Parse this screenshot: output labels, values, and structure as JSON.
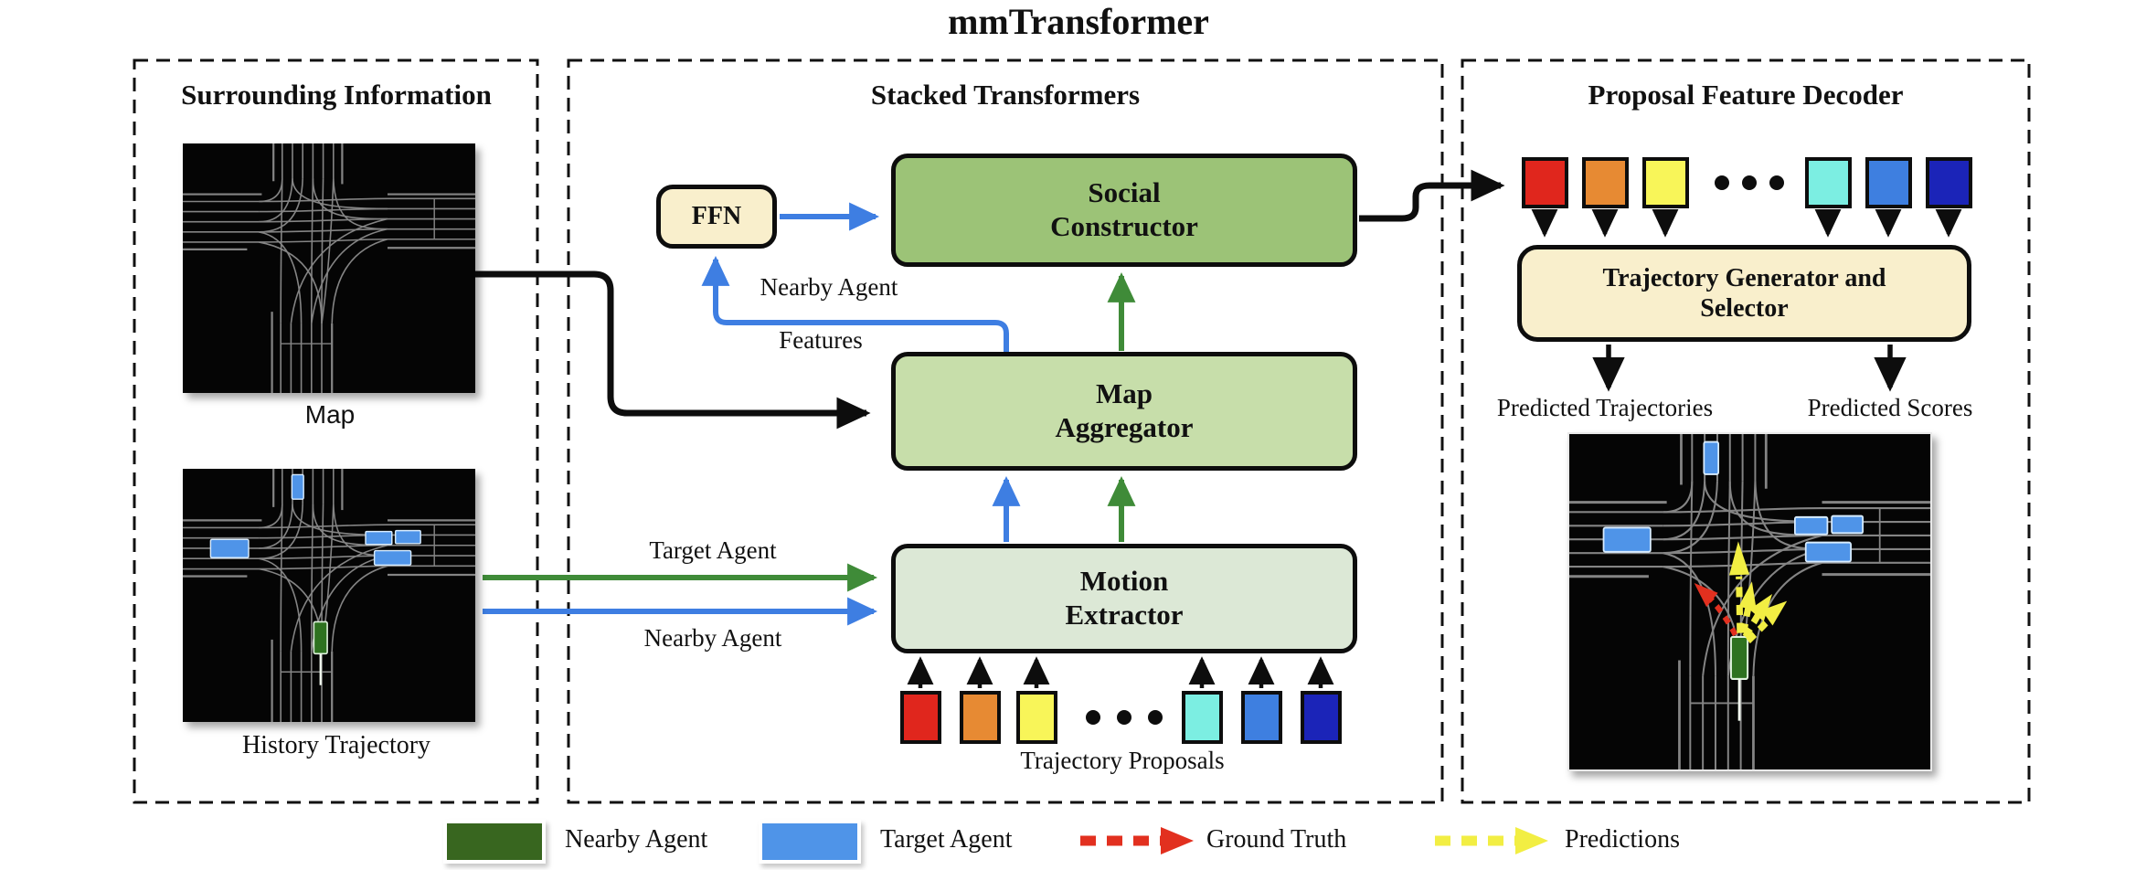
{
  "title": "mmTransformer",
  "surrounding": {
    "header": "Surrounding Information",
    "map_caption": "Map",
    "history_caption": "History Trajectory"
  },
  "stacked": {
    "header": "Stacked Transformers",
    "ffn_label": "FFN",
    "social_constructor": {
      "line1": "Social",
      "line2": "Constructor"
    },
    "map_aggregator": {
      "line1": "Map",
      "line2": "Aggregator"
    },
    "motion_extractor": {
      "line1": "Motion",
      "line2": "Extractor"
    },
    "nearby_agent_features": {
      "line1": "Nearby Agent",
      "line2": "Features"
    },
    "target_agent_label": "Target Agent",
    "nearby_agent_label": "Nearby Agent",
    "proposals_caption": "Trajectory Proposals"
  },
  "decoder": {
    "header": "Proposal Feature Decoder",
    "generator": {
      "line1": "Trajectory Generator and",
      "line2": "Selector"
    },
    "predicted_trajectories_label": "Predicted Trajectories",
    "predicted_scores_label": "Predicted Scores"
  },
  "proposal_colors": [
    "#e0261d",
    "#e78a33",
    "#f8f559",
    "#7ceee2",
    "#3e7fe0",
    "#1b24b8"
  ],
  "legend": [
    {
      "label": "Nearby Agent",
      "swatch": "green-box",
      "color": "#38661f"
    },
    {
      "label": "Target Agent",
      "swatch": "blue-box",
      "color": "#4f94e8"
    },
    {
      "label": "Ground Truth",
      "swatch": "red-dashed-arrow",
      "color": "#e2301f"
    },
    {
      "label": "Predictions",
      "swatch": "yellow-dashed-arrow",
      "color": "#f2ee43"
    }
  ],
  "colors": {
    "arrow_blue": "#3e7ee2",
    "arrow_green": "#3f8b38",
    "arrow_black": "#0d0d0d",
    "box_social": "#9cc377",
    "box_map_aggregator": "#c7deaa",
    "box_motion": "#dce8d6",
    "box_cream": "#f9efcc",
    "vehicle_blue": "#4f94e8",
    "vehicle_green": "#2e7220",
    "ground_truth_red": "#e2301f",
    "prediction_yellow": "#f2ee43"
  }
}
